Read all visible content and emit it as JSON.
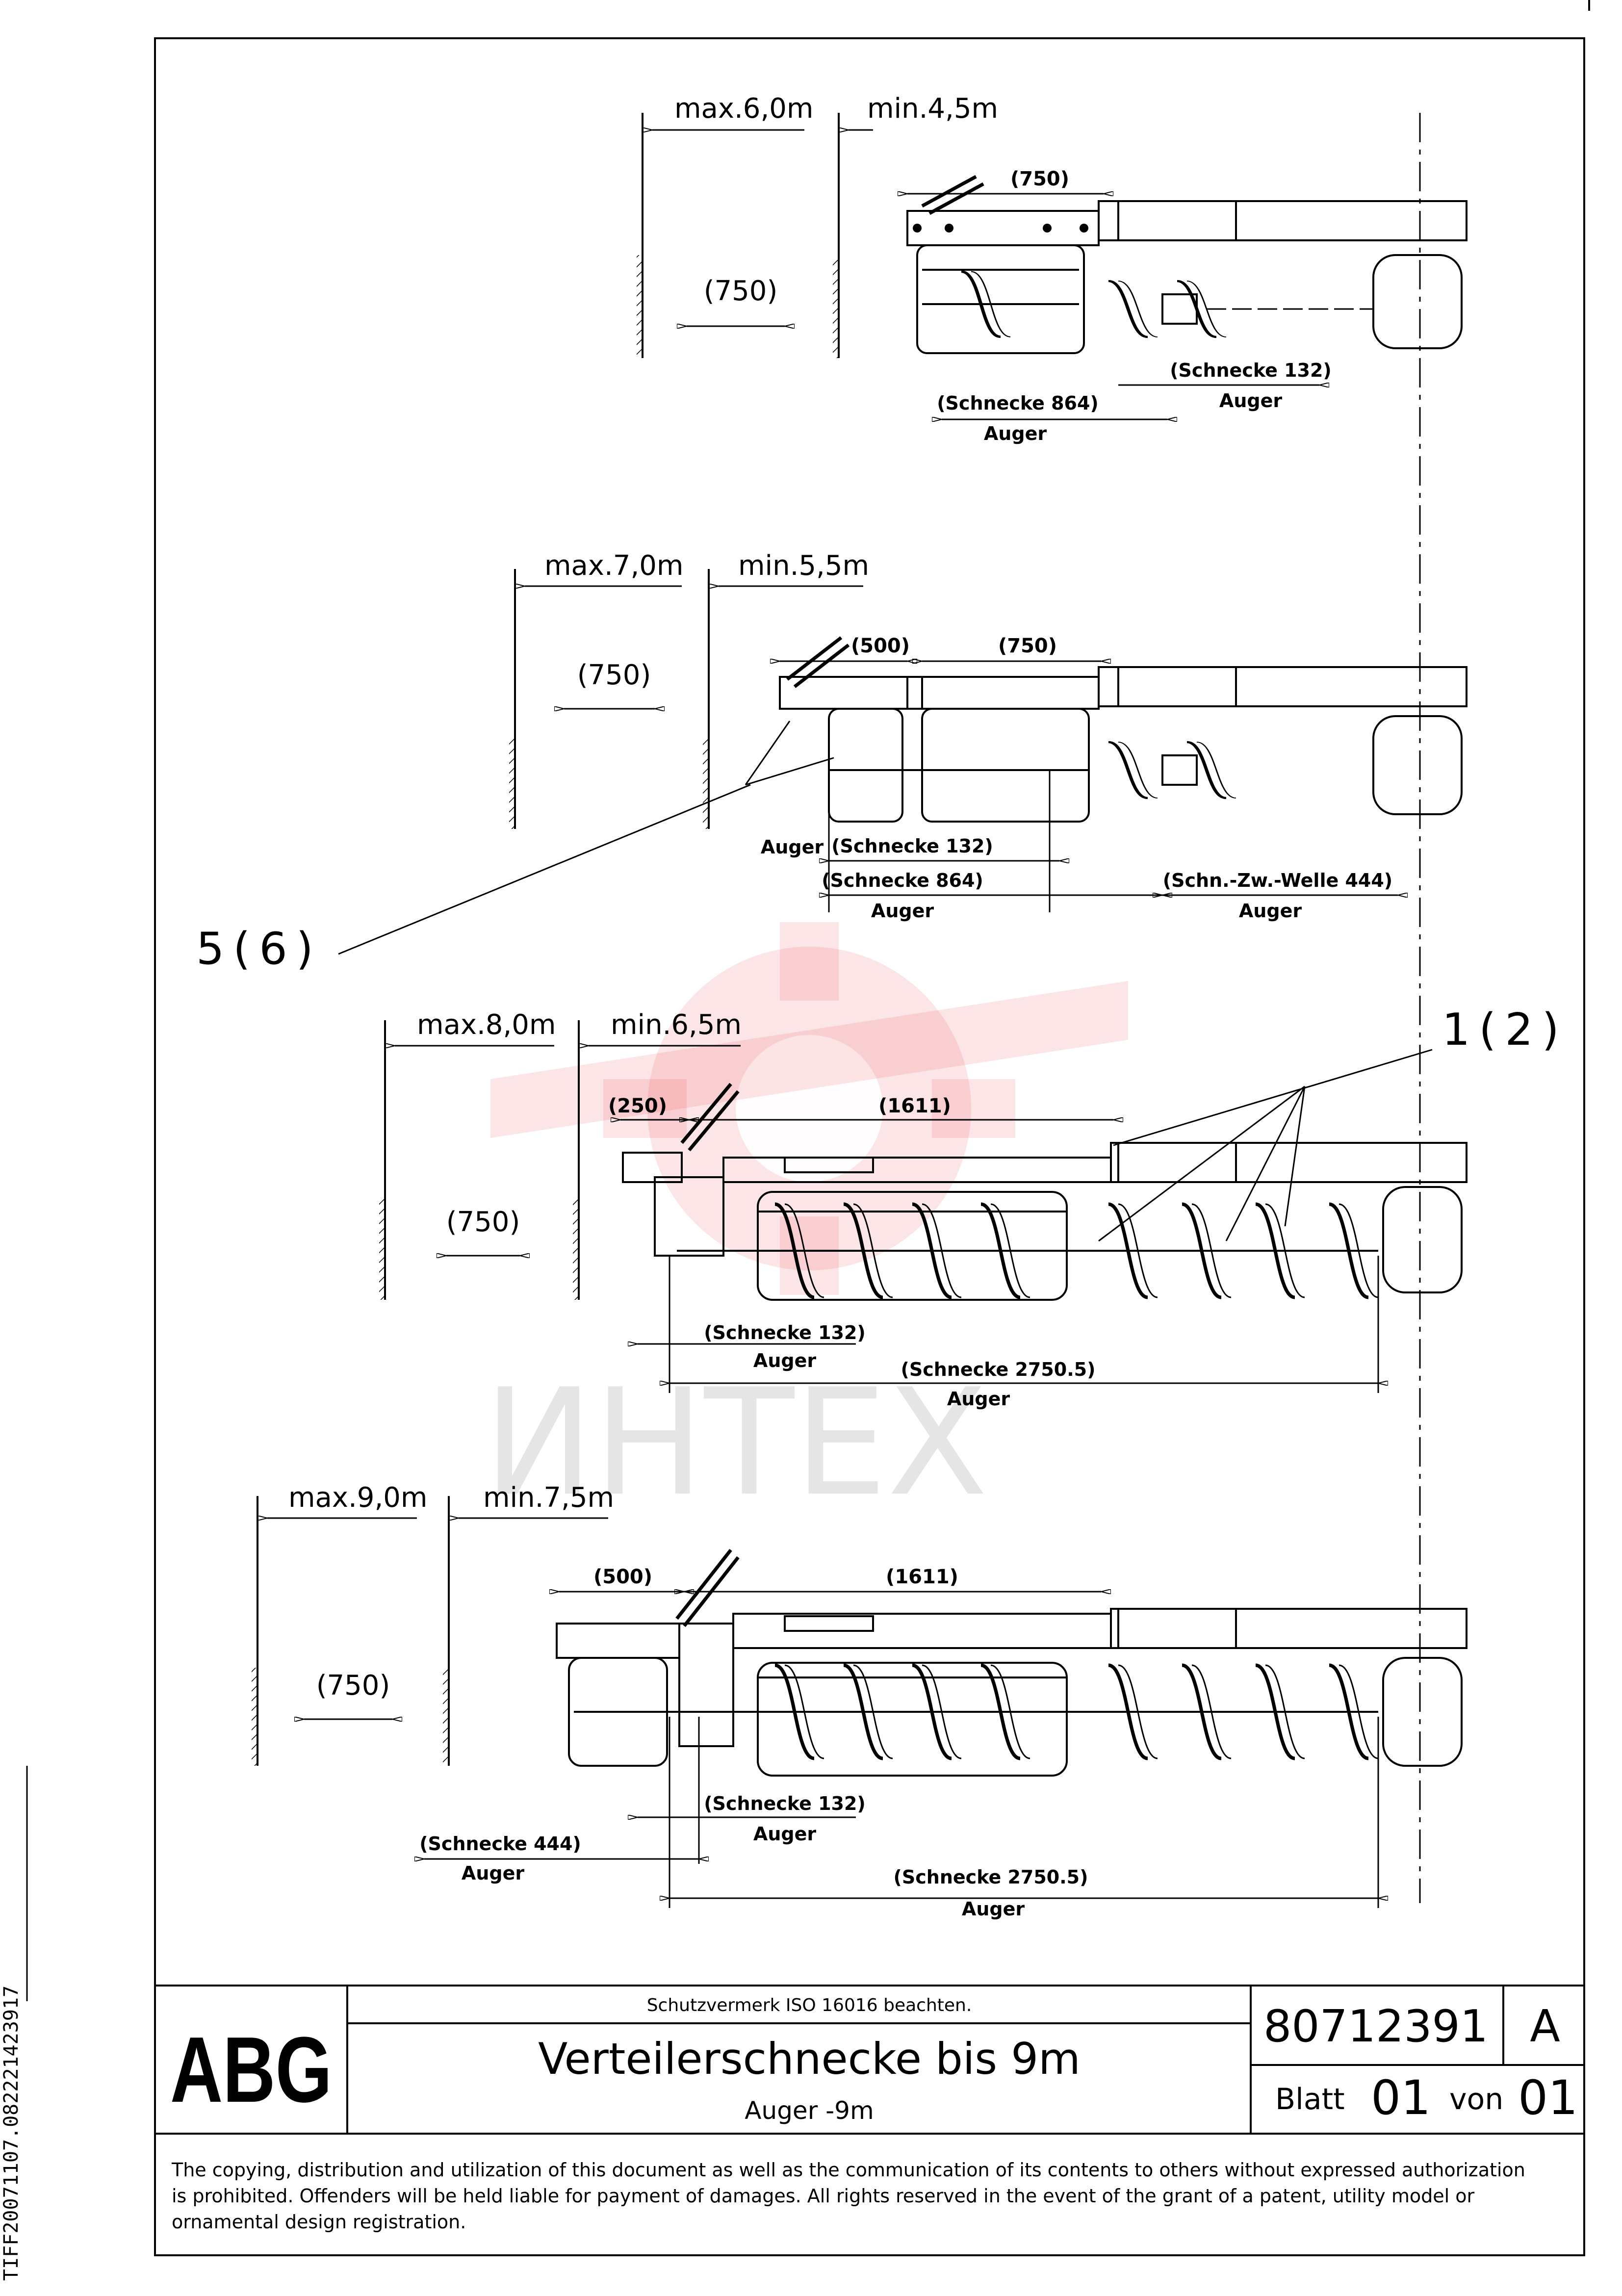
{
  "diagrams": [
    {
      "max_label": "max.6,0m",
      "min_label": "min.4,5m",
      "gap_label": "(750)",
      "top_dims": [
        "(750)"
      ],
      "notes": [
        {
          "dim": "(Schnecke 132)",
          "sub": "Auger"
        },
        {
          "dim": "(Schnecke 864)",
          "sub": "Auger"
        }
      ]
    },
    {
      "max_label": "max.7,0m",
      "min_label": "min.5,5m",
      "gap_label": "(750)",
      "top_dims": [
        "(500)",
        "(750)"
      ],
      "side_label": "Auger",
      "notes": [
        {
          "dim": "(Schnecke 132)",
          "sub": ""
        },
        {
          "dim": "(Schnecke 864)",
          "sub": "Auger"
        },
        {
          "dim": "(Schn.-Zw.-Welle 444)",
          "sub": "Auger"
        }
      ]
    },
    {
      "max_label": "max.8,0m",
      "min_label": "min.6,5m",
      "gap_label": "(750)",
      "top_dims": [
        "(250)",
        "(1611)"
      ],
      "notes": [
        {
          "dim": "(Schnecke 132)",
          "sub": "Auger"
        },
        {
          "dim": "(Schnecke 2750.5)",
          "sub": "Auger"
        }
      ]
    },
    {
      "max_label": "max.9,0m",
      "min_label": "min.7,5m",
      "gap_label": "(750)",
      "top_dims": [
        "(500)",
        "(1611)"
      ],
      "notes": [
        {
          "dim": "(Schnecke 132)",
          "sub": "Auger"
        },
        {
          "dim": "(Schnecke 444)",
          "sub": "Auger"
        },
        {
          "dim": "(Schnecke 2750.5)",
          "sub": "Auger"
        }
      ]
    }
  ],
  "callouts": {
    "part_5_6": "5(6)",
    "part_1_2": "1(2)"
  },
  "watermark": "ИНТЕХ",
  "title_block": {
    "logo": "ABG",
    "protection_note": "Schutzvermerk ISO 16016 beachten.",
    "title": "Verteilerschnecke bis 9m",
    "subtitle": "Auger  -9m",
    "drawing_number": "80712391",
    "revision": "A",
    "sheet_label": "Blatt",
    "sheet_number": "01",
    "of_label": "von",
    "sheet_total": "01"
  },
  "copyright": [
    "The copying, distribution and utilization of this document as well as the communication of its contents to others without expressed authorization",
    "is prohibited. Offenders will be held liable for payment of damages. All rights reserved in the event of the grant of a patent, utility model or",
    "ornamental design registration."
  ],
  "side_code": "TIFF20071107.082221423917"
}
